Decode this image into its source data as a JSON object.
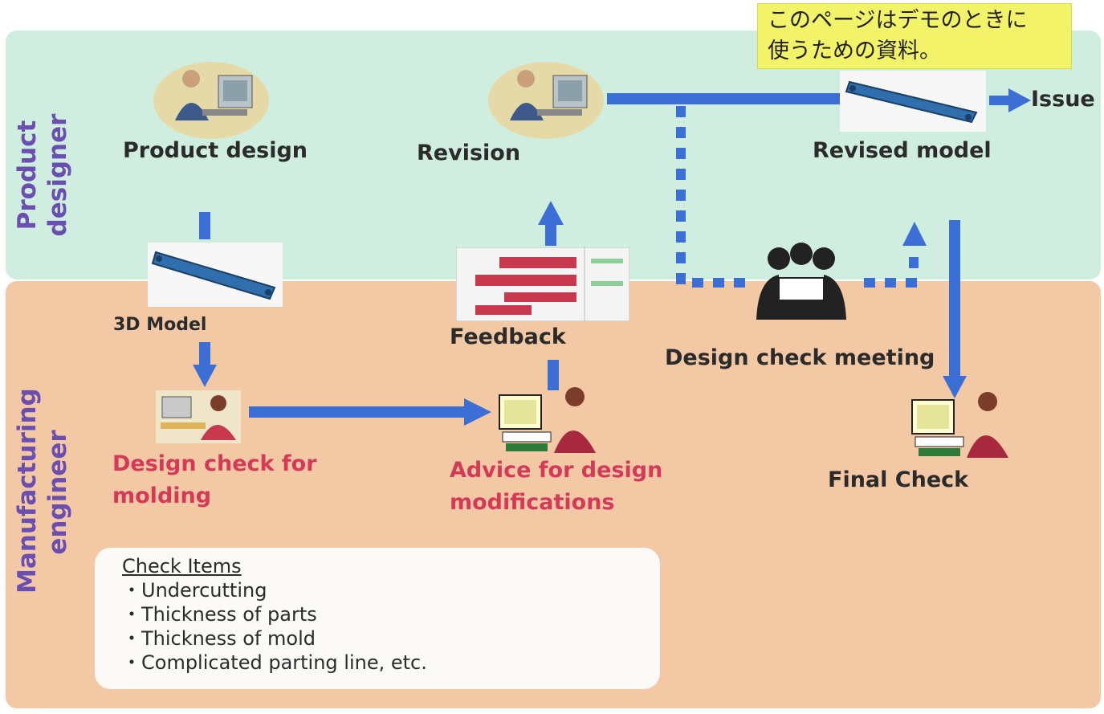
{
  "lanes": {
    "top_label": "Product\ndesigner",
    "bottom_label": "Manufacturing\nengineer",
    "top_color": "#cfeee0",
    "bottom_color": "#f3c9a5"
  },
  "nodes": {
    "product_design": "Product design",
    "revision": "Revision",
    "revised_model": "Revised model",
    "issue": "Issue",
    "model_3d": "3D Model",
    "feedback": "Feedback",
    "design_check_meeting": "Design check meeting",
    "design_check_molding": "Design check for\nmolding",
    "advice": "Advice for design\nmodifications",
    "final_check": "Final Check"
  },
  "note": "このページはデモのときに\n使うための資料。",
  "check_items": {
    "title": "Check Items",
    "items": [
      "・Undercutting",
      "・Thickness of parts",
      "・Thickness of mold",
      "・Complicated parting line, etc."
    ]
  },
  "colors": {
    "arrow": "#3b6fd6",
    "accent_red": "#d43a57",
    "lane_label": "#6a4fb0",
    "note_bg": "#f3f36a"
  }
}
